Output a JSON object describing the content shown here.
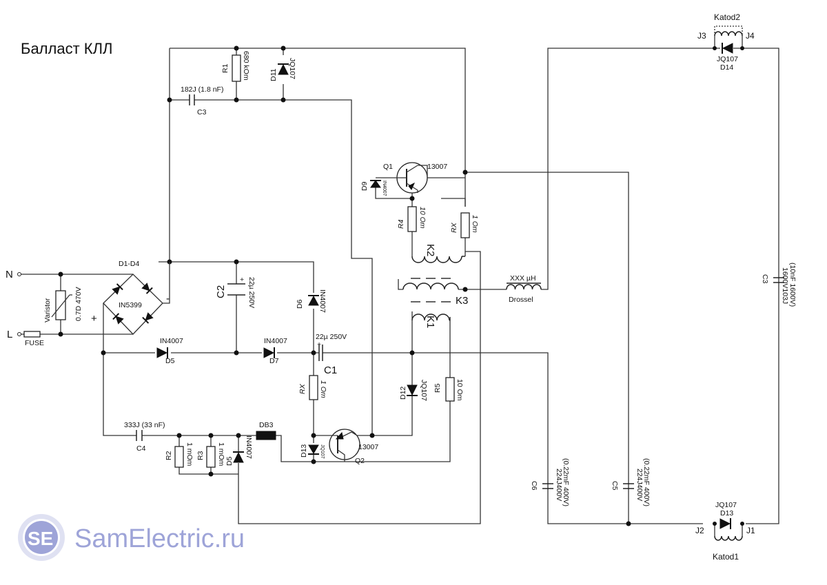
{
  "title": "Балласт КЛЛ",
  "watermark": {
    "logo_letters": "SE",
    "text": "SamElectric.ru",
    "color": "#9ea4d8"
  },
  "inputs": {
    "n": "N",
    "l": "L",
    "fuse": "FUSE"
  },
  "varistor": {
    "name": "Varistor",
    "value": "0.7D 470V"
  },
  "bridge": {
    "name": "D1-D4",
    "part": "IN5399",
    "plus": "+",
    "minus": "-"
  },
  "d5_top": {
    "part": "IN4007",
    "name": "D5"
  },
  "d7": {
    "part": "IN4007",
    "name": "D7"
  },
  "c2": {
    "name": "C2",
    "value": "22µ 250V",
    "plus": "+"
  },
  "d6": {
    "name": "D6",
    "part": "IN4007"
  },
  "c1": {
    "name": "C1",
    "value": "22µ 250V",
    "plus": "+"
  },
  "r1": {
    "name": "R1",
    "value": "680 kOm"
  },
  "d11": {
    "name": "D11",
    "part": "JQ107"
  },
  "c3_top": {
    "value": "182J (1.8 nF)",
    "name": "C3"
  },
  "q1": {
    "name": "Q1",
    "part": "13007"
  },
  "d9": {
    "name": "D9",
    "part": "IN4007"
  },
  "r4": {
    "name": "R4",
    "value": "10 Om"
  },
  "rx_top": {
    "name": "RX",
    "value": "1 Om"
  },
  "k2": "K2",
  "k3": "K3",
  "k1": "K1",
  "drossel": {
    "value": "XXX µH",
    "name": "Drossel"
  },
  "rx_mid": {
    "name": "RX",
    "value": "1 Om"
  },
  "d12": {
    "name": "D12",
    "part": "JQ107"
  },
  "r5": {
    "name": "R5",
    "value": "10 Om"
  },
  "c4": {
    "value": "333J (33 nF)",
    "name": "C4"
  },
  "r2": {
    "name": "R2",
    "value": "1 mOm"
  },
  "r3": {
    "name": "R3",
    "value": "1 mOm"
  },
  "d5_bottom": {
    "name": "D5",
    "part": "IN4007"
  },
  "db3": "DB3",
  "d13_small": {
    "name": "D13",
    "part": "JQ107"
  },
  "q2": {
    "name": "Q2",
    "part": "13007"
  },
  "c6": {
    "name": "C6",
    "value1": "(0.22mF 400V)",
    "value2": "224J400V"
  },
  "c5": {
    "name": "C5",
    "value1": "(0.22mF 400V)",
    "value2": "224J400V"
  },
  "c3_right": {
    "name": "C3",
    "value1": "(10nF 1600V)",
    "value2": "1600V103J"
  },
  "katod2": {
    "name": "Katod2",
    "j3": "J3",
    "j4": "J4",
    "diode_part": "JQ107",
    "diode_name": "D14"
  },
  "katod1": {
    "name": "Katod1",
    "j2": "J2",
    "j1": "J1",
    "diode_part": "JQ107",
    "diode_name": "D13"
  }
}
